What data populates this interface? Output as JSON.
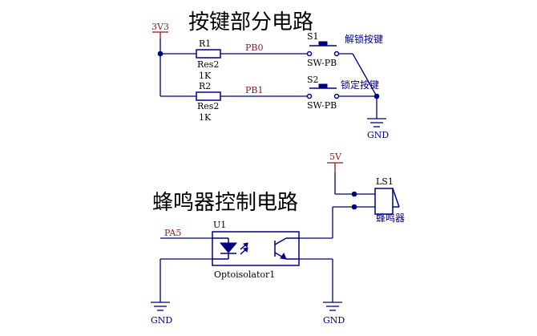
{
  "sections": {
    "keys_title": "按键部分电路",
    "buzzer_title": "蜂鸣器控制电路"
  },
  "power": {
    "v33": "3V3",
    "v5": "5V",
    "gnd": "GND"
  },
  "components": {
    "r1": {
      "ref": "R1",
      "type": "Res2",
      "value": "1K"
    },
    "r2": {
      "ref": "R2",
      "type": "Res2",
      "value": "1K"
    },
    "s1": {
      "ref": "S1",
      "type": "SW-PB",
      "desc": "解锁按键"
    },
    "s2": {
      "ref": "S2",
      "type": "SW-PB",
      "desc": "锁定按键"
    },
    "ls1": {
      "ref": "LS1",
      "desc": "蜂鸣器"
    },
    "u1": {
      "ref": "U1",
      "type": "Optoisolator1"
    }
  },
  "nets": {
    "pb0": "PB0",
    "pb1": "PB1",
    "pa5": "PA5"
  },
  "colors": {
    "wire": "#000080",
    "net_label": "#8b1a1a",
    "text": "#000000"
  }
}
